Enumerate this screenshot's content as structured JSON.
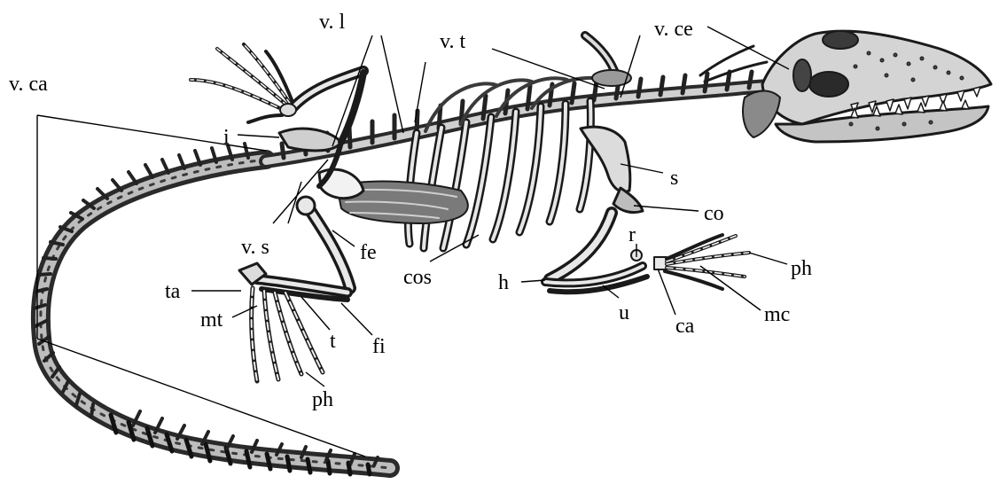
{
  "labels": {
    "v_ca": "v. ca",
    "v_l": "v. l",
    "v_t": "v. t",
    "v_ce": "v. ce",
    "i": "i",
    "s": "s",
    "co": "co",
    "r": "r",
    "ph_fore": "ph",
    "mc": "mc",
    "ca": "ca",
    "u": "u",
    "h": "h",
    "cos": "cos",
    "fe": "fe",
    "v_s": "v. s",
    "ta": "ta",
    "mt": "mt",
    "t": "t",
    "fi": "fi",
    "ph_hind": "ph"
  },
  "colors": {
    "ink": "#000000",
    "bone_light": "#e8e8e8",
    "bone_mid": "#9a9a9a",
    "bone_dark": "#3a3a3a",
    "paper": "#ffffff"
  }
}
